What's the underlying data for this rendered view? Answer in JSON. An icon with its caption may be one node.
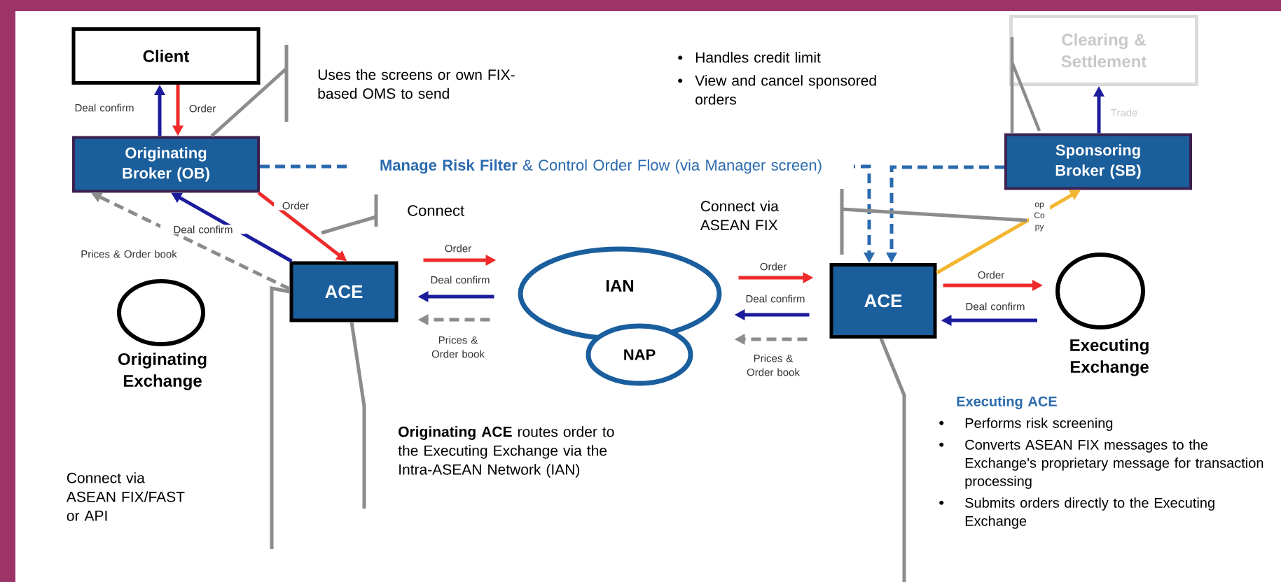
{
  "diagram": {
    "nodes": [
      {
        "text": [
          "Client"
        ]
      },
      {
        "text": [
          "Originating Broker (OB)"
        ]
      },
      {
        "text": [
          "Clearing & Settlement"
        ]
      },
      {
        "text": [
          "Sponsoring Broker (SB)"
        ]
      },
      {
        "text": [
          "ACE"
        ]
      },
      {
        "text": [
          "IAN"
        ]
      },
      {
        "text": [
          "NAP"
        ]
      },
      {
        "text": [
          "ACE"
        ]
      },
      {
        "text": [
          "Originating Exchange"
        ]
      },
      {
        "text": [
          "Executing Exchange"
        ]
      },
      {
        "text": [
          "Uses the screens or own FIX-based OMS to send"
        ]
      },
      {
        "text": [
          "Connect"
        ]
      },
      {
        "text": [
          "Connect via ASEAN FIX"
        ]
      },
      {
        "text": [
          "Connect via ASEAN FIX/FAST or API"
        ]
      },
      {
        "text": [
          "**Originating ACE** routes order to the Executing Exchange via the Intra-ASEAN Network (IAN)"
        ]
      },
      {
        "text": [
          "Executing ACE",
          "Performs risk screening",
          "Converts ASEAN FIX messages to the Exchange's proprietary message for transaction processing",
          "Submits orders directly to the Executing Exchange"
        ]
      }
    ],
    "edges": [
      {
        "from": 1,
        "to": 0,
        "arrow": "to",
        "label": "Deal confirm",
        "color": "#1c1c9c"
      },
      {
        "from": 0,
        "to": 1,
        "arrow": "to",
        "label": "Order",
        "color": "#ee2a2a"
      },
      {
        "from": 1,
        "to": 4,
        "arrow": "to",
        "label": "Order",
        "color": "#ee2a2a"
      },
      {
        "from": 4,
        "to": 1,
        "arrow": "to",
        "label": "Deal confirm",
        "color": "#1c1c9c"
      },
      {
        "from": 4,
        "to": 1,
        "arrow": "to",
        "label": "Prices & Order book",
        "style": "dashed"
      },
      {
        "from": 4,
        "to": 5,
        "arrow": "to",
        "label": "Order",
        "color": "#ee2a2a"
      },
      {
        "from": 5,
        "to": 4,
        "arrow": "to",
        "label": "Deal confirm",
        "color": "#1c1c9c"
      },
      {
        "from": 5,
        "to": 4,
        "arrow": "to",
        "label": "Prices & Order book",
        "style": "dashed"
      },
      {
        "from": 5,
        "to": 7,
        "arrow": "to",
        "label": "Order",
        "color": "#ee2a2a"
      },
      {
        "from": 7,
        "to": 5,
        "arrow": "to",
        "label": "Deal confirm",
        "color": "#1c1c9c"
      },
      {
        "from": 7,
        "to": 5,
        "arrow": "to",
        "label": "Prices & Order book",
        "style": "dashed"
      },
      {
        "from": 7,
        "to": 9,
        "arrow": "to",
        "label": "Order",
        "color": "#ee2a2a"
      },
      {
        "from": 9,
        "to": 7,
        "arrow": "to",
        "label": "Deal confirm",
        "color": "#1c1c9c"
      },
      {
        "from": 7,
        "to": 3,
        "arrow": "to",
        "label": "op Co py",
        "color": "#f2b630"
      },
      {
        "from": 3,
        "to": 2,
        "arrow": "to",
        "label": "Trade",
        "color": "#1c1c9c"
      },
      {
        "from": 1,
        "to": 7,
        "arrow": "to",
        "label": "**Manage Risk Filter** & Control Order Flow (via Manager screen)",
        "style": "dashed",
        "color": "#2a6aae"
      },
      {
        "from": 3,
        "to": 7,
        "arrow": "to",
        "style": "dashed",
        "color": "#2a6aae"
      },
      {
        "from": 10,
        "to": 1,
        "arrow": "none"
      },
      {
        "from": 11,
        "to": null,
        "arrow": "none"
      },
      {
        "from": 12,
        "to": null,
        "arrow": "none"
      },
      {
        "from": 13,
        "to": 4,
        "arrow": "none"
      },
      {
        "from": 14,
        "to": 4,
        "arrow": "none"
      },
      {
        "from": 15,
        "to": 7,
        "arrow": "none"
      }
    ],
    "labels": [
      "Handles credit limit",
      "View and cancel sponsored orders"
    ]
  }
}
